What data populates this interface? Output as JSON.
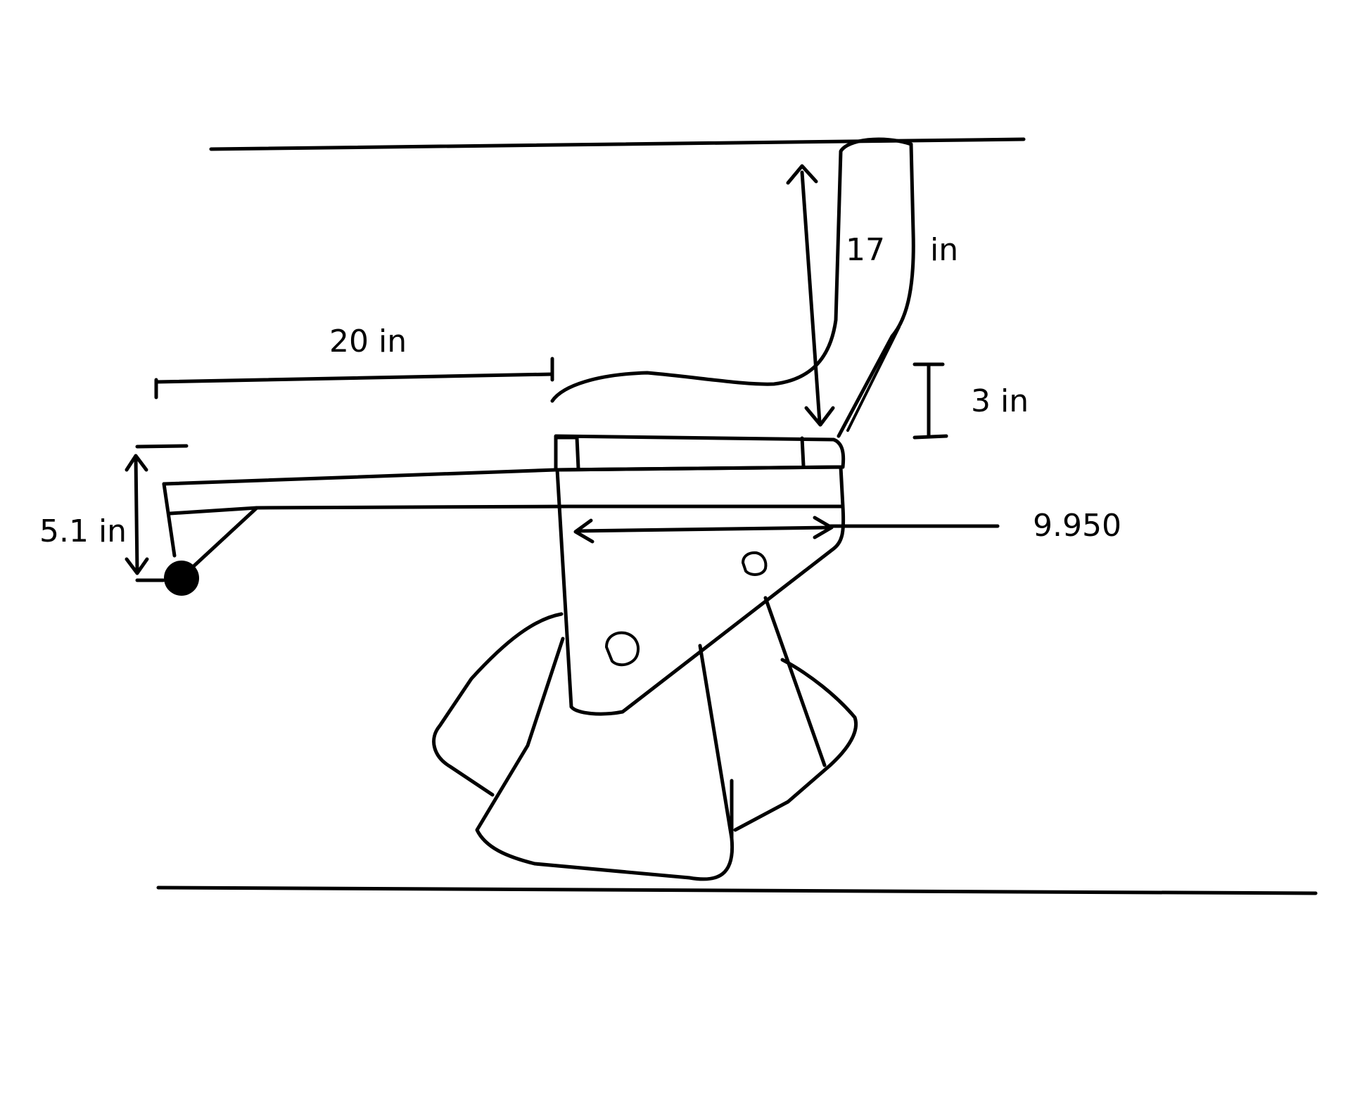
{
  "labels": {
    "arm_length": "20 in",
    "arm_drop": "5.1 in",
    "post_height_num": "17",
    "post_height_unit": "in",
    "post_offset": "3 in",
    "seat_width": "9.950"
  },
  "colors": {
    "ink": "#000000",
    "paper": "#ffffff"
  }
}
